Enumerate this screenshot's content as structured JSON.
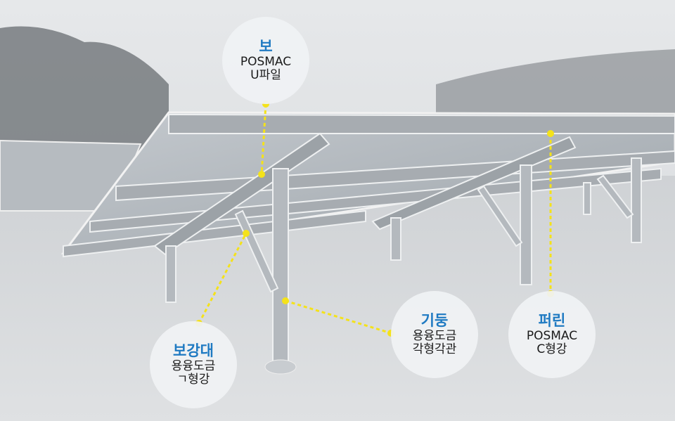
{
  "colors": {
    "title_blue": "#1f7ac2",
    "leader_yellow": "#f4e21a",
    "bubble_bg": "#f0f2f4"
  },
  "labels": [
    {
      "title": "보",
      "lines": [
        "POSMAC",
        "U파일"
      ]
    },
    {
      "title": "보강대",
      "lines": [
        "용융도금",
        "ㄱ형강"
      ]
    },
    {
      "title": "기둥",
      "lines": [
        "용융도금",
        "각형각관"
      ]
    },
    {
      "title": "퍼린",
      "lines": [
        "POSMAC",
        "C형강"
      ]
    }
  ]
}
